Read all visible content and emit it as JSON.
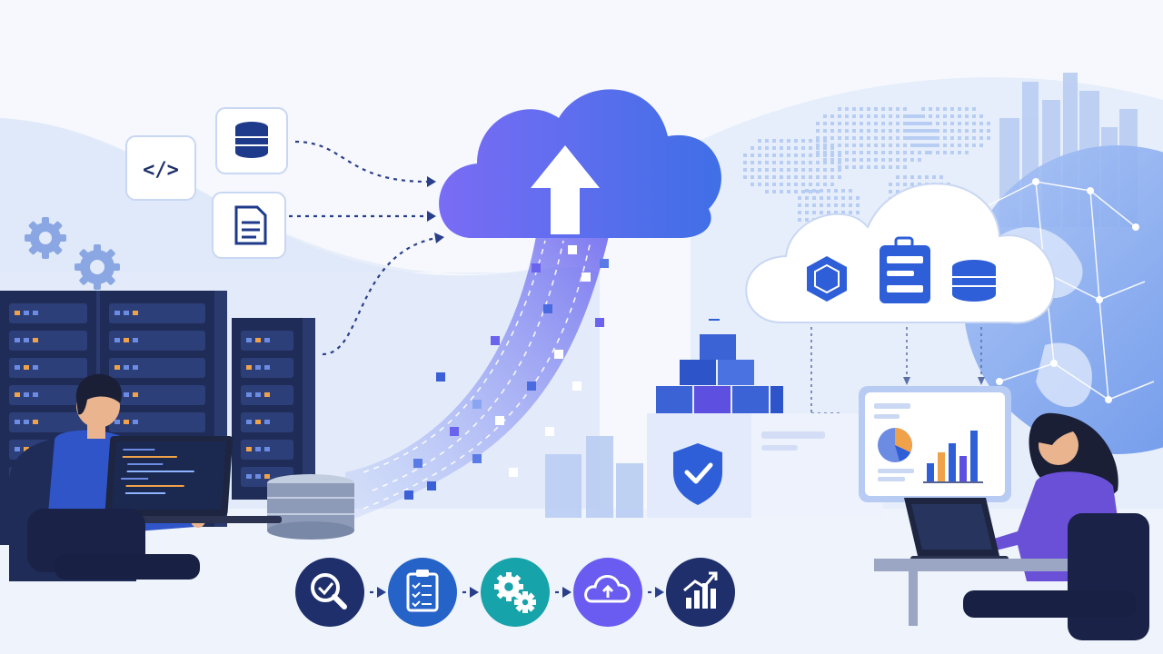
{
  "illustration": {
    "theme": "cloud-migration",
    "colors": {
      "background": "#f4f7fd",
      "navy": "#1e2f6b",
      "blue": "#2f5fd8",
      "light_blue": "#dbe6fb",
      "purple": "#6a5cf0",
      "teal": "#16a3a9",
      "white": "#ffffff"
    },
    "left_source_icons": [
      "code-icon",
      "database-icon",
      "document-icon"
    ],
    "main_cloud_icon": "upload-arrow-icon",
    "right_cloud_icons": [
      "hexagon-cube-icon",
      "server-rack-icon",
      "database-icon"
    ],
    "people": [
      "developer-at-server-rack",
      "analyst-with-laptop"
    ]
  },
  "process_steps": [
    {
      "icon": "search-check-icon",
      "color": "#1e2f6b"
    },
    {
      "icon": "clipboard-checklist-icon",
      "color": "#2563c9"
    },
    {
      "icon": "gears-icon",
      "color": "#16a3a9"
    },
    {
      "icon": "cloud-upload-icon",
      "color": "#6a5cf0"
    },
    {
      "icon": "growth-chart-icon",
      "color": "#1e2f6b"
    }
  ]
}
